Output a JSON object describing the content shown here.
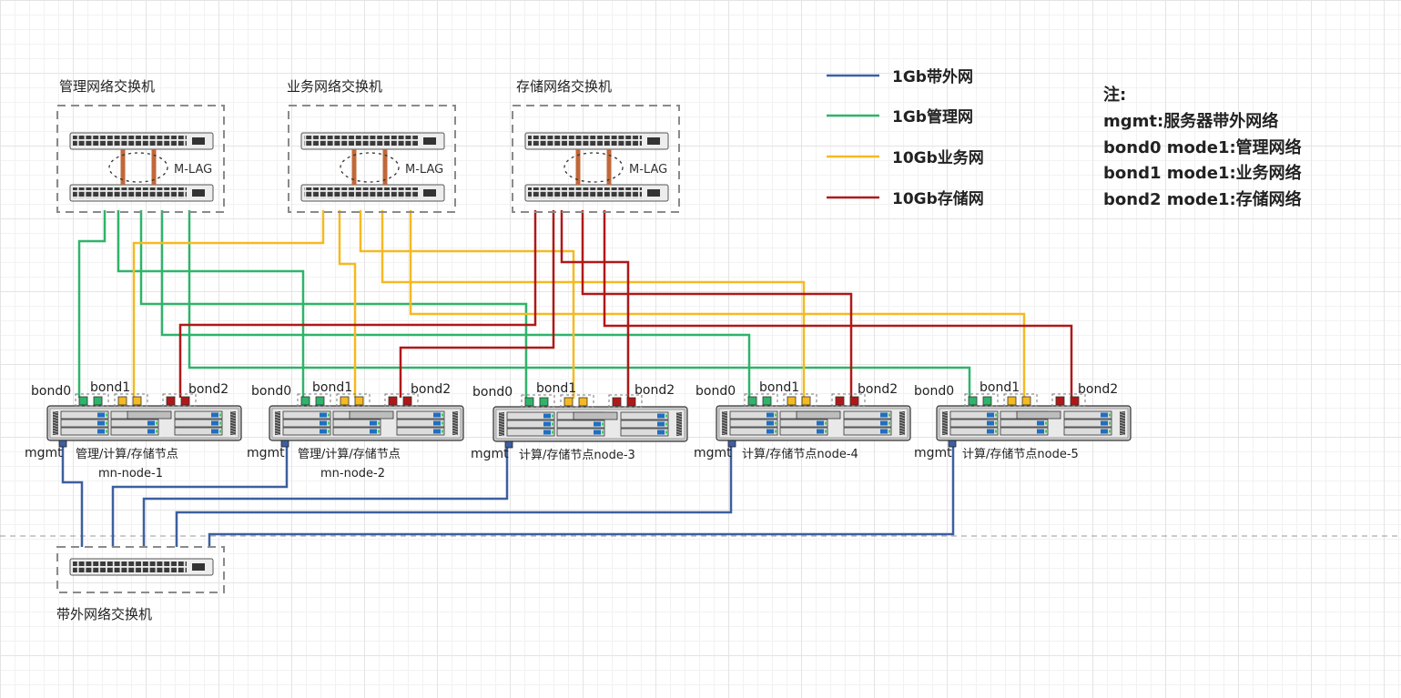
{
  "switches": {
    "mgmt_title": "管理网络交换机",
    "biz_title": "业务网络交换机",
    "storage_title": "存储网络交换机",
    "oob_title": "带外网络交换机",
    "mlag_label": "M-LAG"
  },
  "legend": [
    {
      "label": "1Gb带外网",
      "color": "#3c5fa0"
    },
    {
      "label": "1Gb管理网",
      "color": "#2fb46a"
    },
    {
      "label": "10Gb业务网",
      "color": "#f5b921"
    },
    {
      "label": "10Gb存储网",
      "color": "#b01818"
    }
  ],
  "notes": {
    "title": "注:",
    "lines": [
      "mgmt:服务器带外网络",
      "bond0 mode1:管理网络",
      "bond1 mode1:业务网络",
      "bond2 mode1:存储网络"
    ]
  },
  "port_labels": {
    "bond0": "bond0",
    "bond1": "bond1",
    "bond2": "bond2",
    "mgmt": "mgmt"
  },
  "nodes": [
    {
      "role": "管理/计算/存储节点",
      "name": "mn-node-1"
    },
    {
      "role": "管理/计算/存储节点",
      "name": "mn-node-2"
    },
    {
      "role": "计算/存储节点node-3",
      "name": ""
    },
    {
      "role": "计算/存储节点node-4",
      "name": ""
    },
    {
      "role": "计算/存储节点node-5",
      "name": ""
    }
  ],
  "colors": {
    "oob": "#3c5fa0",
    "mgmt": "#2fb46a",
    "business": "#f5b921",
    "storage": "#b01818",
    "mlag_link": "#c0683a"
  }
}
